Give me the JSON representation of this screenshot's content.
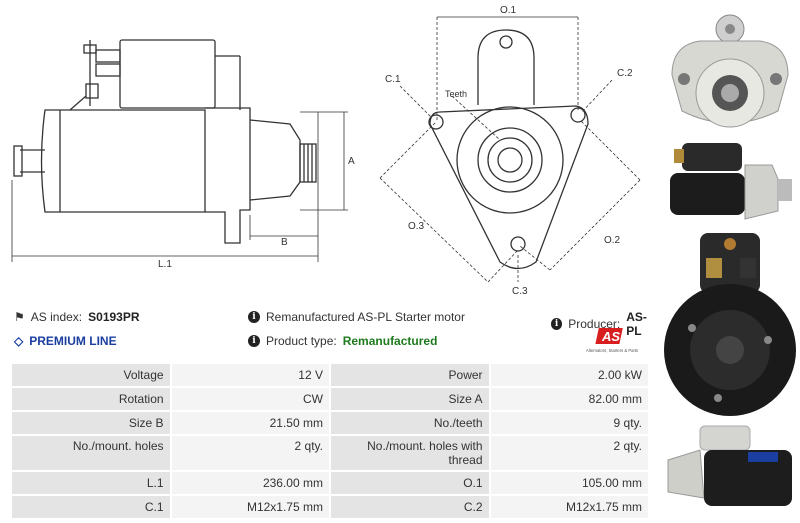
{
  "drawing": {
    "side_labels": {
      "a": "A",
      "b": "B",
      "l1": "L.1"
    },
    "front_labels": {
      "o1": "O.1",
      "o2": "O.2",
      "o3": "O.3",
      "c1": "C.1",
      "c2": "C.2",
      "c3": "C.3",
      "teeth": "Teeth"
    }
  },
  "info": {
    "as_index_label": "AS index:",
    "as_index_value": "S0193PR",
    "premium_line": "PREMIUM LINE",
    "description": "Remanufactured AS-PL Starter motor",
    "product_type_label": "Product type:",
    "product_type_value": "Remanufactured",
    "producer_label": "Producer:",
    "producer_value": "AS-PL",
    "logo_text": "AS",
    "logo_tagline": "Alternators, Starters & Parts"
  },
  "specs": [
    [
      "Voltage",
      "12 V",
      "Power",
      "2.00 kW"
    ],
    [
      "Rotation",
      "CW",
      "Size A",
      "82.00 mm"
    ],
    [
      "Size B",
      "21.50 mm",
      "No./teeth",
      "9 qty."
    ],
    [
      "No./mount. holes",
      "2 qty.",
      "No./mount. holes with thread",
      "2 qty."
    ],
    [
      "L.1",
      "236.00 mm",
      "O.1",
      "105.00 mm"
    ],
    [
      "C.1",
      "M12x1.75 mm",
      "C.2",
      "M12x1.75 mm"
    ]
  ],
  "colors": {
    "accent_red": "#d81e1e",
    "premium_blue": "#1b3fa0",
    "type_green": "#1f7a1f"
  }
}
